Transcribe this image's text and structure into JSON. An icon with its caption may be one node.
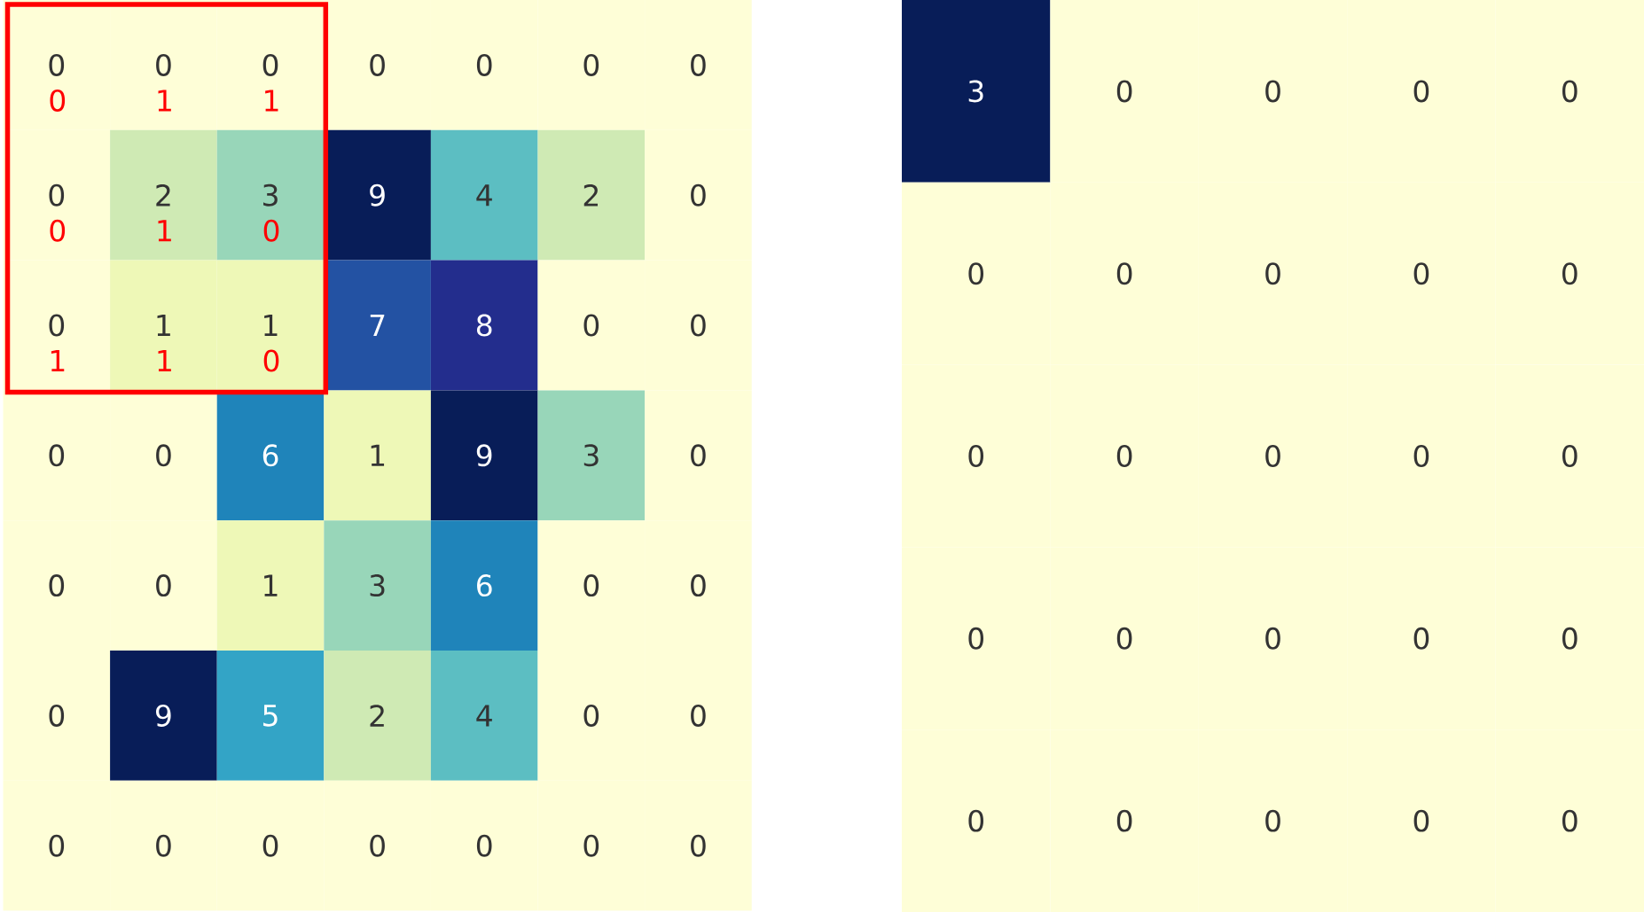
{
  "diagram": {
    "labels": [
      "0",
      "0",
      "0",
      "0",
      "0",
      "0",
      "0",
      "0",
      "2",
      "3",
      "9",
      "4",
      "2",
      "0",
      "0",
      "1",
      "1",
      "7",
      "8",
      "0",
      "0",
      "0",
      "0",
      "6",
      "1",
      "9",
      "3",
      "0",
      "0",
      "0",
      "1",
      "3",
      "6",
      "0",
      "0",
      "0",
      "9",
      "5",
      "2",
      "4",
      "0",
      "0",
      "0",
      "0",
      "0",
      "0",
      "0",
      "0",
      "0",
      "0",
      "1",
      "1",
      "0",
      "1",
      "0",
      "1",
      "1",
      "0",
      "3",
      "0",
      "0",
      "0",
      "0",
      "0",
      "0",
      "0",
      "0",
      "0",
      "0",
      "0",
      "0",
      "0",
      "0",
      "0",
      "0",
      "0",
      "0",
      "0",
      "0",
      "0",
      "0",
      "0",
      "0"
    ]
  }
}
